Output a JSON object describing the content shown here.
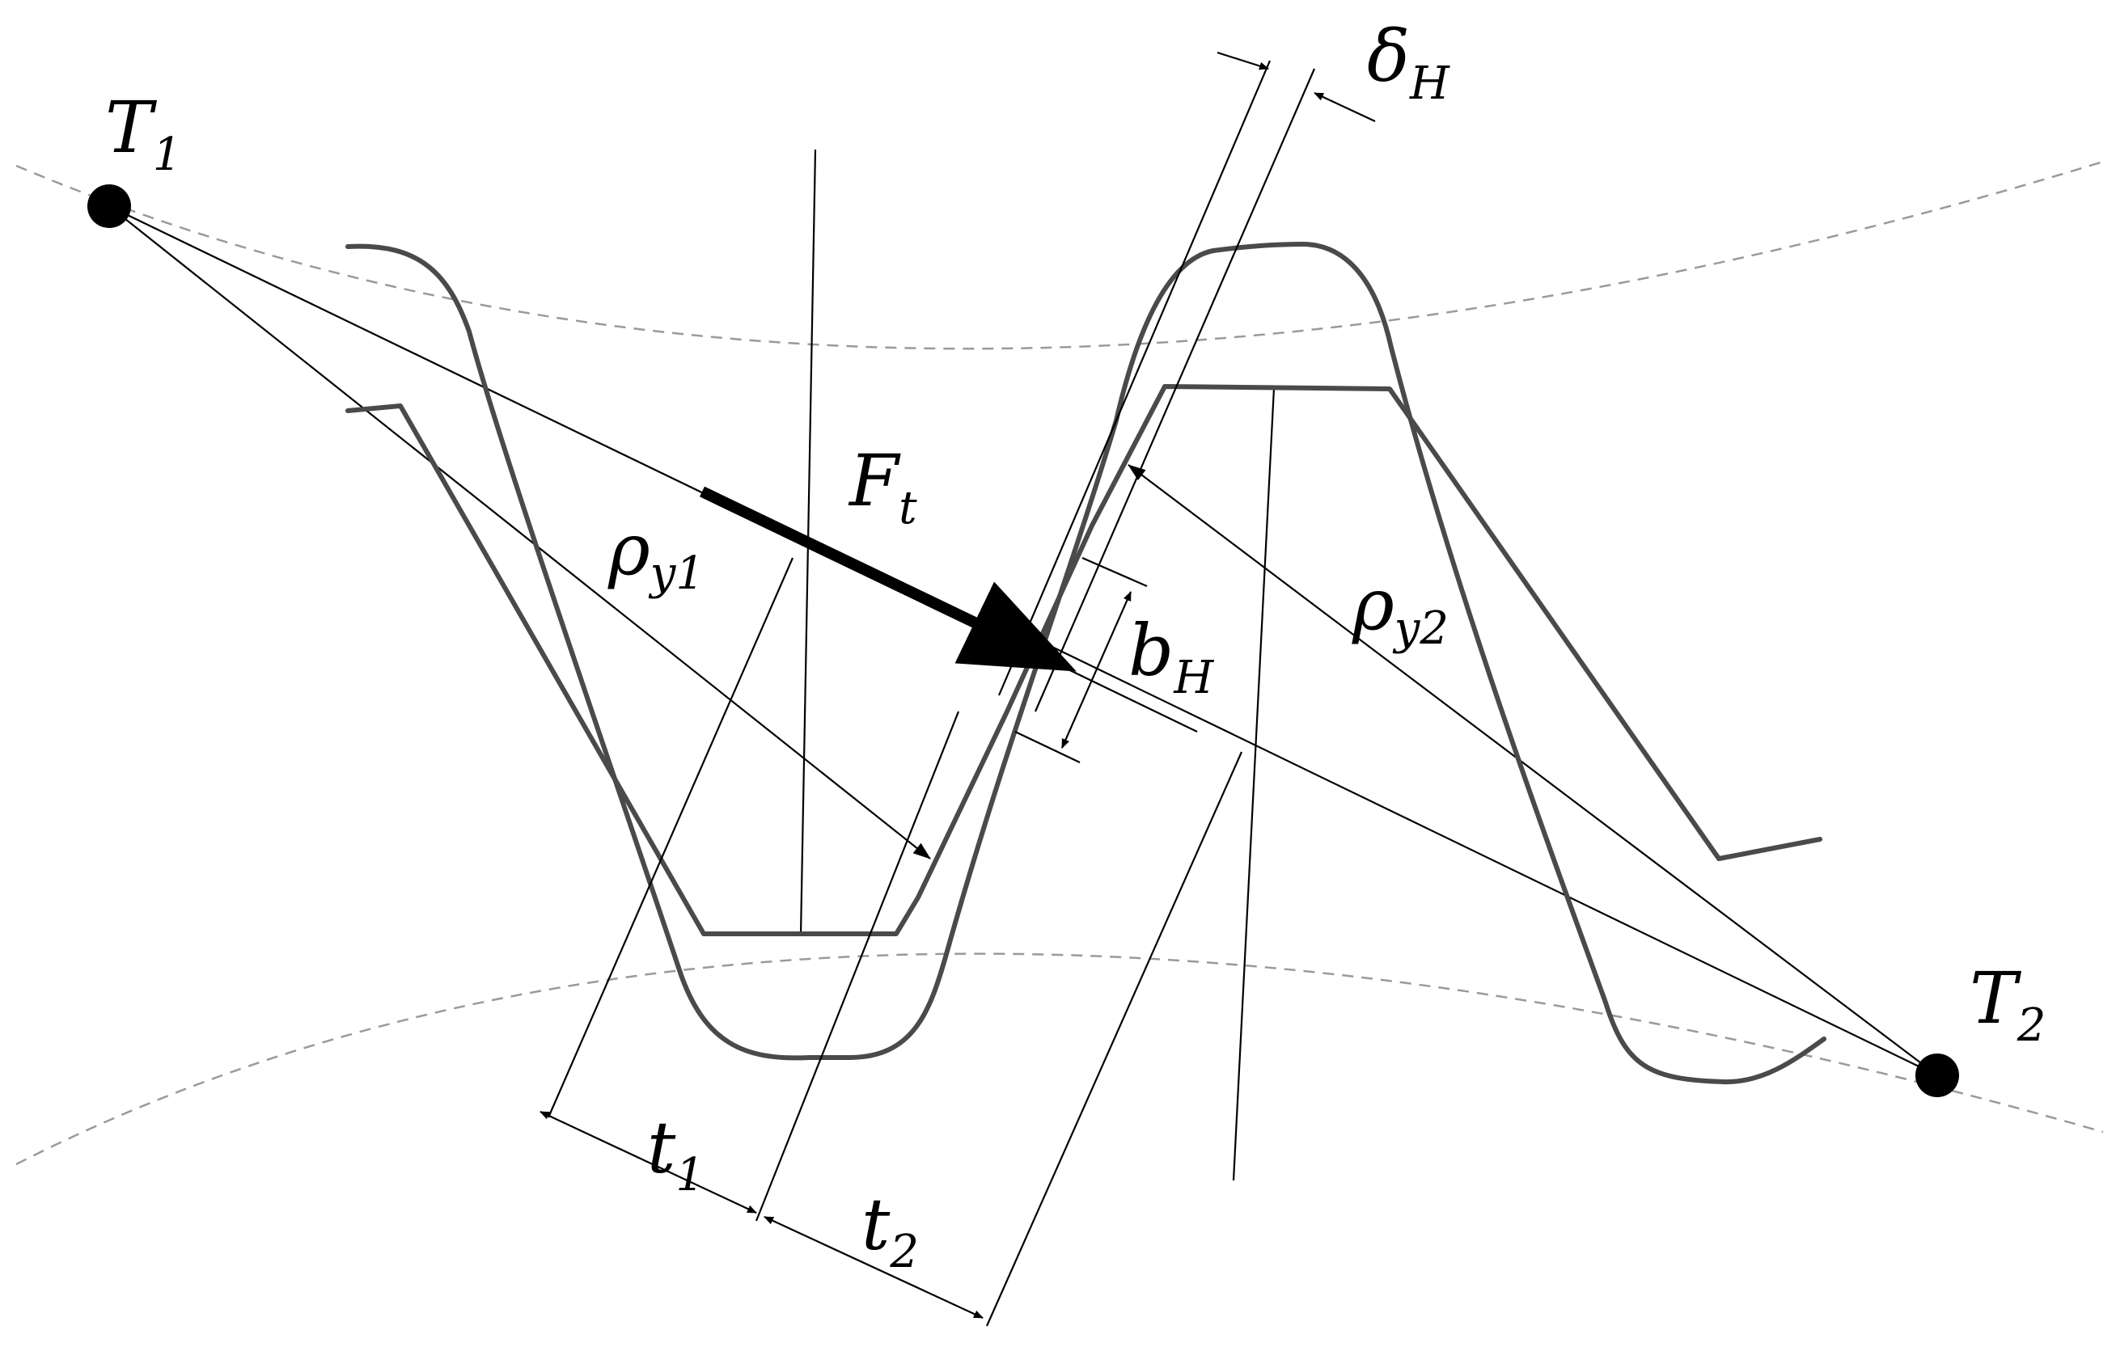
{
  "labels": {
    "T1": {
      "main": "T",
      "sub": "1"
    },
    "T2": {
      "main": "T",
      "sub": "2"
    },
    "Ft": {
      "main": "F",
      "sub": "t"
    },
    "rho_y1": {
      "main": "ρ",
      "sub": "y1"
    },
    "rho_y2": {
      "main": "ρ",
      "sub": "y2"
    },
    "bH": {
      "main": "b",
      "sub": "H"
    },
    "deltaH": {
      "main": "δ",
      "sub": "H"
    },
    "t1": {
      "main": "t",
      "sub": "1"
    },
    "t2": {
      "main": "t",
      "sub": "2"
    }
  },
  "colors": {
    "profile": "#4a4a4a",
    "line": "#000000",
    "pitch_circle": "#9a9a9a"
  }
}
